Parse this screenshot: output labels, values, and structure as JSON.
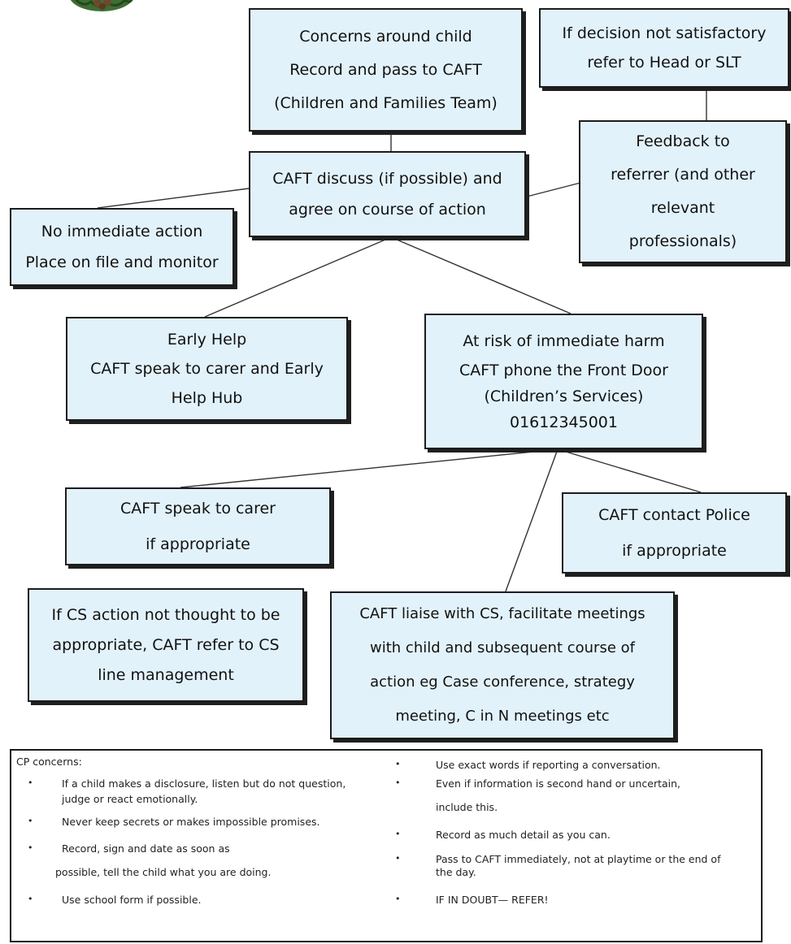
{
  "boxes": {
    "concerns": [
      "Concerns around child",
      "Record and pass to CAFT",
      "(Children and Families Team)"
    ],
    "decision": [
      "If decision not satisfactory",
      "refer to Head or SLT"
    ],
    "feedback": [
      "Feedback to",
      "referrer (and other",
      "relevant",
      "professionals)"
    ],
    "discuss": [
      "CAFT discuss (if possible) and",
      "agree on course of action"
    ],
    "no_action": [
      "No immediate action",
      "Place on file and monitor"
    ],
    "early_help": [
      "Early Help",
      "CAFT speak to carer and Early",
      "Help Hub"
    ],
    "risk": [
      "At risk of immediate harm",
      "CAFT phone the Front Door",
      "(Children’s Services)",
      "01612345001"
    ],
    "speak_carer": [
      "CAFT speak to carer",
      "if appropriate"
    ],
    "police": [
      "CAFT contact Police",
      "if appropriate"
    ],
    "liaise": [
      "CAFT liaise with CS, facilitate meetings",
      "with child and subsequent course of",
      "action eg Case conference, strategy",
      "meeting, C in N meetings etc"
    ],
    "cs_action": [
      "If CS action not thought to be",
      "appropriate, CAFT refer to CS",
      "line management"
    ]
  },
  "notes": {
    "heading": "CP concerns:",
    "left": [
      {
        "bullet": true,
        "text": "If a child makes a disclosure, listen but do not  question,"
      },
      {
        "bullet": false,
        "text": "judge or react emotionally."
      },
      {
        "bullet": true,
        "text": "Never keep secrets or makes impossible promises."
      },
      {
        "bullet": true,
        "text": "Record, sign and date as soon as"
      },
      {
        "bullet": false,
        "text": "possible, tell the child what you are doing."
      },
      {
        "bullet": true,
        "text": "Use school form if possible."
      }
    ],
    "right": [
      {
        "bullet": true,
        "text": "Use exact words if reporting a conversation."
      },
      {
        "bullet": true,
        "text": "Even if information is second hand or uncertain,"
      },
      {
        "bullet": false,
        "text": "include this."
      },
      {
        "bullet": true,
        "text": "Record as much detail as you can."
      },
      {
        "bullet": true,
        "text": "Pass to CAFT immediately, not at playtime or the end of"
      },
      {
        "bullet": false,
        "text": "the day."
      },
      {
        "bullet": true,
        "text": "IF IN  DOUBT— REFER!"
      }
    ],
    "bullet_char": "•"
  },
  "colors": {
    "box_fill": "#e2f2fa",
    "border": "#1c1c1c",
    "logo_green": "#2f5d2a"
  }
}
